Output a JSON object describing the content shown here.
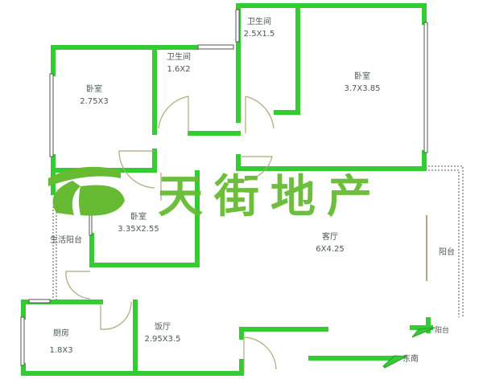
{
  "rooms": [
    {
      "name": "卫生间",
      "size": "2.5X1.5"
    },
    {
      "name": "卧室",
      "size": "3.7X3.85"
    },
    {
      "name": "卫生间",
      "size": "1.6X2"
    },
    {
      "name": "卧室",
      "size": "2.75X3"
    },
    {
      "name": "卧室",
      "size": "3.35X2.55"
    },
    {
      "name": "客厅",
      "size": "6X4.25"
    },
    {
      "name": "厨房",
      "size": "1.8X3"
    },
    {
      "name": "饭厅",
      "size": "2.95X3.5"
    }
  ],
  "labels": {
    "life_balcony": "生活阳台",
    "balcony": "阳台"
  },
  "compass": {
    "southeast": "东南",
    "northwest": "阳台"
  },
  "watermark": {
    "text": "天街地产"
  },
  "colors": {
    "wall": "#33cc33",
    "door": "#b0a878",
    "logo": "#66bb33"
  }
}
